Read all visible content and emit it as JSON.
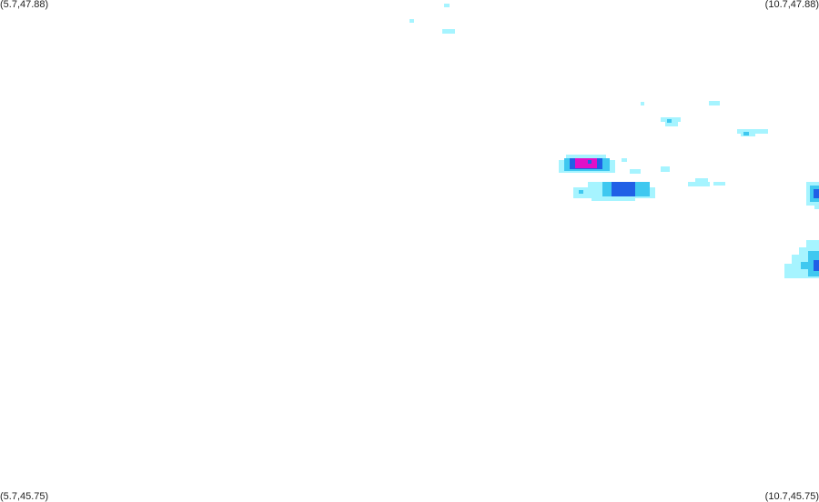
{
  "corners": {
    "top_left": "(5.7,47.88)",
    "top_right": "(10.7,47.88)",
    "bottom_left": "(5.7,45.75)",
    "bottom_right": "(10.7,45.75)"
  },
  "palette": {
    "light": "#a6f4ff",
    "medium": "#3fc8f0",
    "strong": "#2060e6",
    "intense": "#e010c8"
  }
}
